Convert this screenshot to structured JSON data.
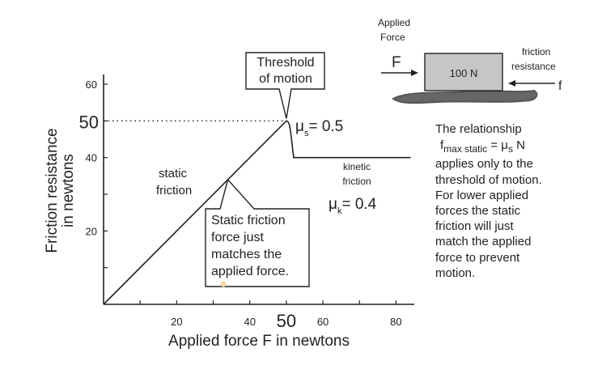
{
  "chart_data": {
    "type": "line",
    "xlabel": "Applied force F in newtons",
    "ylabel": "Friction resistance in newtons",
    "ylabel_lines": [
      "Friction resistance",
      "in newtons"
    ],
    "xlim": [
      0,
      85
    ],
    "ylim": [
      0,
      62
    ],
    "x_ticks": [
      20,
      40,
      60,
      80
    ],
    "y_ticks": [
      20,
      40,
      60
    ],
    "x_highlight_tick": "50",
    "y_highlight_tick": "50",
    "series": [
      {
        "points": [
          [
            0,
            0
          ],
          [
            50,
            50
          ],
          [
            52,
            40
          ],
          [
            84,
            40
          ]
        ]
      }
    ],
    "threshold_guide": {
      "y": 50,
      "x_from": 0,
      "x_to": 50
    },
    "annotations": {
      "threshold": [
        "Threshold",
        "of motion"
      ],
      "mu_s": {
        "symbol": "μ",
        "sub": "s",
        "text": "= 0.5"
      },
      "kinetic": [
        "kinetic",
        "friction"
      ],
      "mu_k": {
        "symbol": "μ",
        "sub": "k",
        "text": "= 0.4"
      },
      "static_label": [
        "static",
        "friction"
      ],
      "static_box": [
        "Static friction",
        "force just",
        "matches the",
        "applied force."
      ]
    }
  },
  "diagram": {
    "applied_force_label": [
      "Applied",
      "Force"
    ],
    "force_symbol": "F",
    "block_label": "100 N",
    "friction_label": [
      "friction",
      "resistance"
    ],
    "friction_symbol": "f"
  },
  "relationship": {
    "intro": "The relationship",
    "formula": {
      "lhs": "f",
      "lhs_sub": "max static",
      "eq": " = ",
      "mu": "μ",
      "mu_sub": "s",
      "rhs": " N"
    },
    "lines": [
      "applies only to the",
      "threshold of motion.",
      "For lower applied",
      "forces the static",
      "friction will just",
      "match the applied",
      "force to prevent",
      "motion."
    ]
  }
}
